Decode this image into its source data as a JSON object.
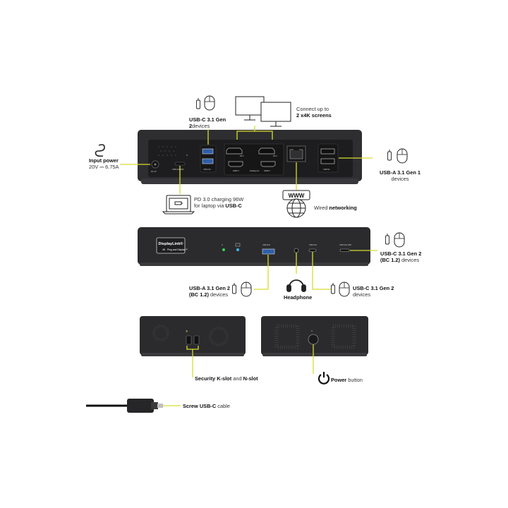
{
  "accent_color": "#e6e84a",
  "device_color": "#2b2b2e",
  "icons": [
    "mouse-icon",
    "usb-plug-icon",
    "monitor-icon",
    "laptop-icon",
    "www-globe-icon",
    "headphone-icon",
    "power-icon",
    "cable-icon"
  ],
  "callouts": {
    "usbc_top": {
      "bold": "USB-C 3.1 Gen",
      "bold2": "2",
      "normal": "devices"
    },
    "screens": {
      "line1": "Connect up to",
      "bold": "2 x4K screens"
    },
    "input_power": {
      "bold": "Input power",
      "normal": "20V ⎓ 6.75A"
    },
    "usba_right": {
      "bold": "USB-A 3.1 Gen 1",
      "normal": "devices"
    },
    "pd": {
      "line1": "PD 3.0 charging 96W",
      "line2": "for laptop via",
      "bold": "USB-C"
    },
    "wired": {
      "normal": "Wired",
      "bold": "networking"
    },
    "usbc_front": {
      "bold": "USB-C 3.1 Gen 2",
      "bold2": "(BC 1.2)",
      "normal": "devices"
    },
    "usba_front": {
      "bold": "USB-A 3.1 Gen 2",
      "bold2": "(BC 1.2)",
      "normal": "devices"
    },
    "headphone": {
      "bold": "Headphone"
    },
    "usbc_gen2": {
      "bold": "USB-C 3.1 Gen 2",
      "normal": "devices"
    },
    "security": {
      "bold": "Security K-slot",
      "normal": "and",
      "bold2": "N-slot"
    },
    "power": {
      "bold": "Power",
      "normal": "button"
    },
    "cable": {
      "bold": "Screw USB-C",
      "normal": "cable"
    }
  },
  "www_text": "WWW",
  "brand": {
    "name": "DisplayLink®",
    "sub": "4K",
    "sub2": "Plug and Display™"
  }
}
